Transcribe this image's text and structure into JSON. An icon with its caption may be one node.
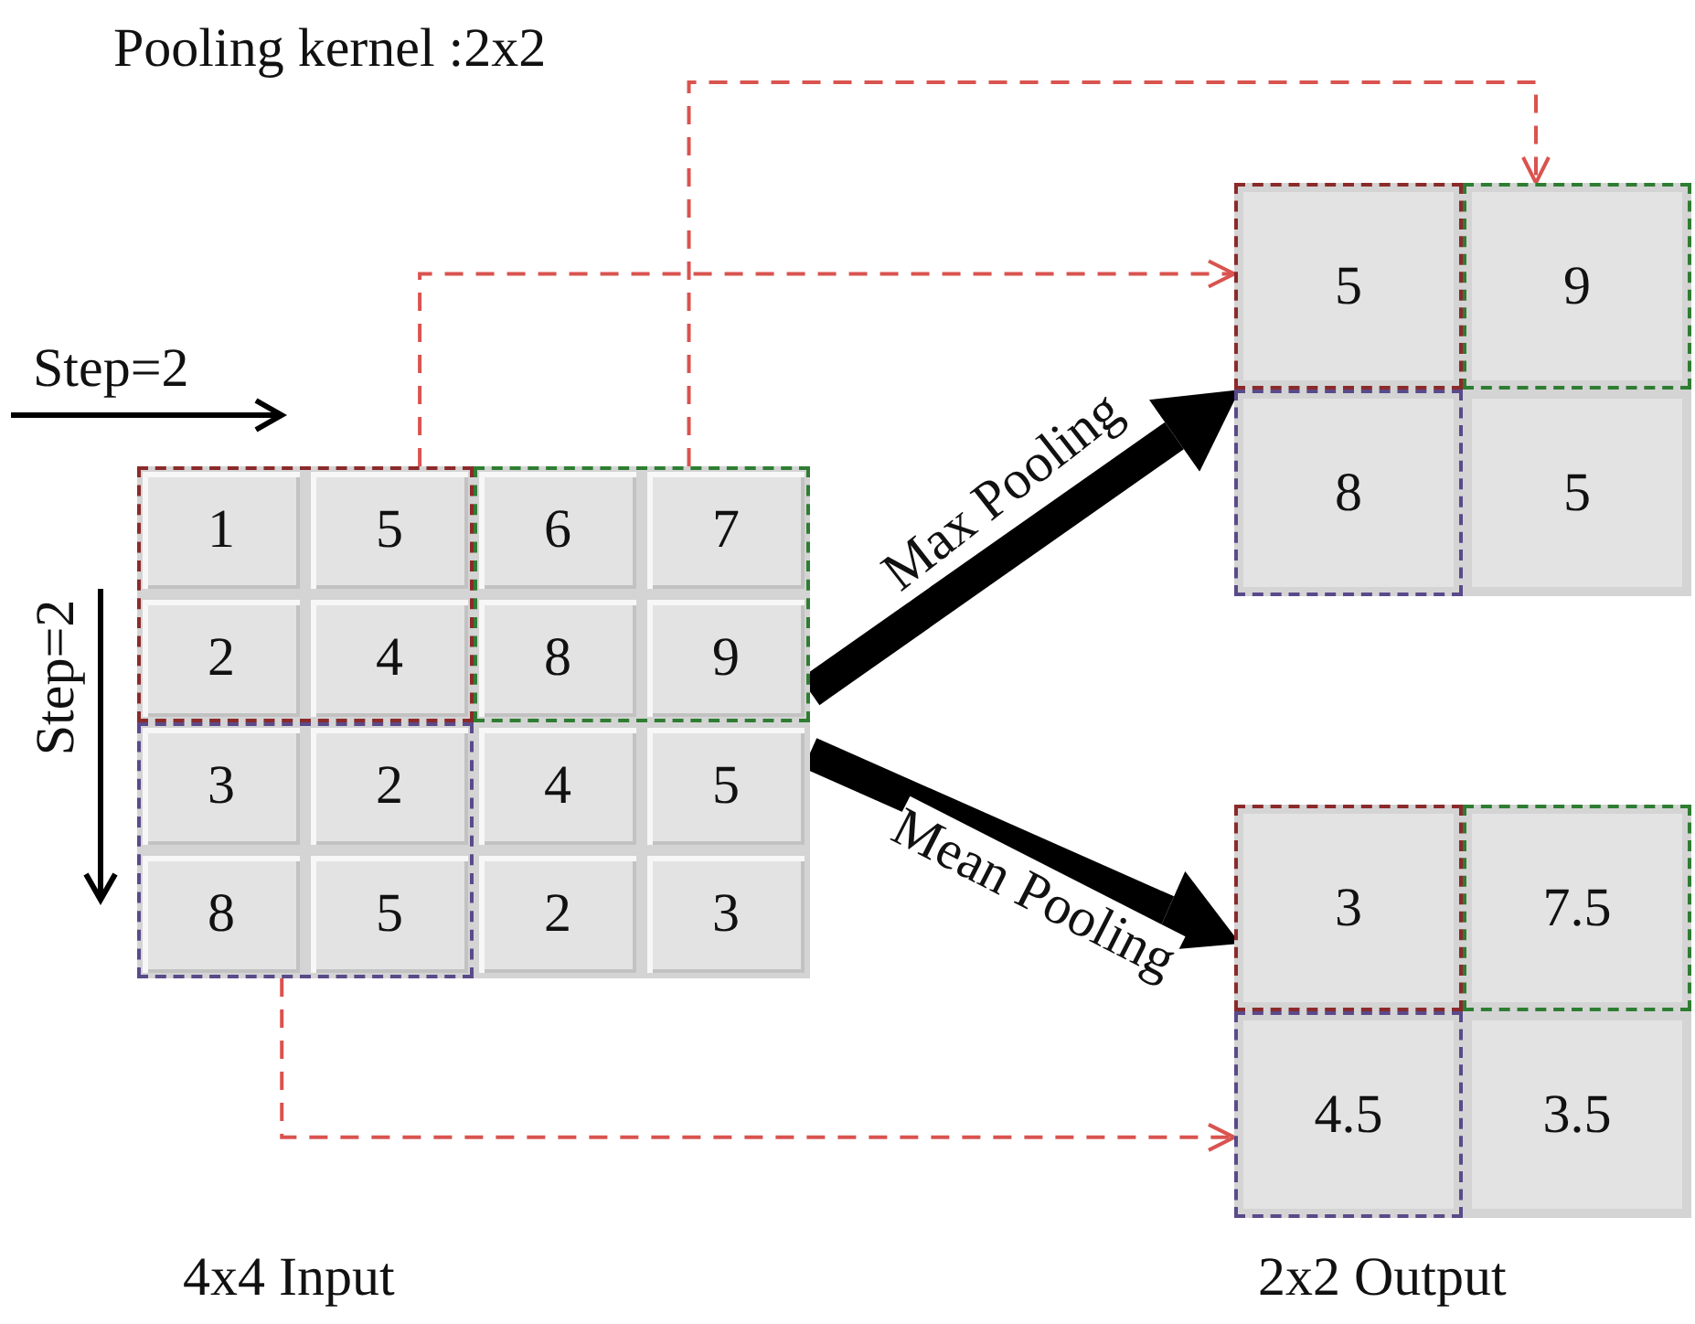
{
  "diagram": {
    "nodes": [
      {
        "text": [],
        "shape": "box"
      },
      {
        "text": [],
        "shape": "box",
        "in": 0
      },
      {
        "text": [
          "1"
        ],
        "in": 1
      },
      {
        "text": [
          "5"
        ],
        "in": 1
      },
      {
        "text": [
          "2"
        ],
        "in": 1
      },
      {
        "text": [
          "4"
        ],
        "in": 1
      },
      {
        "text": [],
        "shape": "box",
        "in": 0
      },
      {
        "text": [
          "6"
        ],
        "in": 6
      },
      {
        "text": [
          "7"
        ],
        "in": 6
      },
      {
        "text": [
          "8"
        ],
        "in": 6
      },
      {
        "text": [
          "9"
        ],
        "in": 6
      },
      {
        "text": [],
        "shape": "box",
        "in": 0
      },
      {
        "text": [
          "3"
        ],
        "in": 11
      },
      {
        "text": [
          "2"
        ],
        "in": 11
      },
      {
        "text": [
          "8"
        ],
        "in": 11
      },
      {
        "text": [
          "5"
        ],
        "in": 11
      },
      {
        "text": [
          "4"
        ],
        "in": 0
      },
      {
        "text": [
          "5"
        ],
        "in": 0
      },
      {
        "text": [
          "2"
        ],
        "in": 0
      },
      {
        "text": [
          "3"
        ],
        "in": 0
      },
      {
        "text": [],
        "shape": "box"
      },
      {
        "text": [
          "5"
        ],
        "in": 20
      },
      {
        "text": [
          "9"
        ],
        "in": 20
      },
      {
        "text": [
          "8"
        ],
        "in": 20
      },
      {
        "text": [
          "5"
        ],
        "in": 20
      },
      {
        "text": [],
        "shape": "box"
      },
      {
        "text": [
          "3"
        ],
        "in": 25
      },
      {
        "text": [
          "7.5"
        ],
        "in": 25
      },
      {
        "text": [
          "4.5"
        ],
        "in": 25
      },
      {
        "text": [
          "3.5"
        ],
        "in": 25
      }
    ],
    "edges": [
      {
        "from": 1,
        "to": 21,
        "arrow": "to",
        "style": "dashed"
      },
      {
        "from": 6,
        "to": 22,
        "arrow": "to",
        "style": "dashed"
      },
      {
        "from": 0,
        "to": 20,
        "arrow": "to",
        "style": "thick",
        "color": "#000000",
        "label": "Max Pooling"
      },
      {
        "from": 0,
        "to": 25,
        "arrow": "to",
        "style": "thick",
        "color": "#000000",
        "label": "Mean Pooling"
      },
      {
        "from": 11,
        "to": 28,
        "arrow": "to",
        "style": "dashed"
      }
    ],
    "labels": [
      "Pooling kernel :2x2",
      "Step=2",
      "Step=2",
      "4x4 Input",
      "2x2 Output"
    ]
  }
}
